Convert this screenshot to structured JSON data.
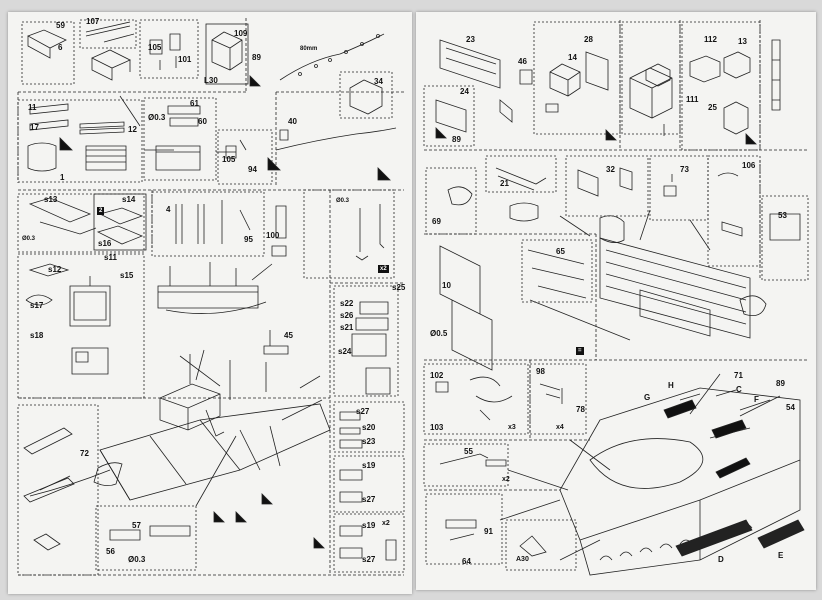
{
  "left_labels": {
    "l59": "59",
    "l6": "6",
    "l107": "107",
    "l105a": "105",
    "l101": "101",
    "l109": "109",
    "l89a": "89",
    "lL30": "L30",
    "l80mm": "80mm",
    "l34": "34",
    "l11": "11",
    "l17": "17",
    "l12": "12",
    "l1": "1",
    "l61": "61",
    "l60": "60",
    "lphi03a": "Ø0.3",
    "l40": "40",
    "l105b": "105",
    "l94": "94",
    "ls13": "s13",
    "ls14": "s14",
    "ls16": "s16",
    "lphi03b": "Ø0.3",
    "l4": "4",
    "l95": "95",
    "l100": "100",
    "lphi03c": "Ø0.3",
    "ls11": "s11",
    "ls12": "s12",
    "ls15": "s15",
    "ls17": "s17",
    "ls18": "s18",
    "ls25": "s25",
    "ls22": "s22",
    "ls26": "s26",
    "ls21": "s21",
    "ls24": "s24",
    "l45": "45",
    "ls27a": "s27",
    "ls20": "s20",
    "ls23": "s23",
    "ls19a": "s19",
    "ls27b": "s27",
    "ls19b": "s19",
    "ls27c": "s27",
    "l72": "72",
    "l57": "57",
    "l56": "56",
    "lphi03d": "Ø0.3",
    "lx2": "x2"
  },
  "right_labels": {
    "r23": "23",
    "r28": "28",
    "r46": "46",
    "r14": "14",
    "r112": "112",
    "r13": "13",
    "r111": "111",
    "r25": "25",
    "r24": "24",
    "r89a": "89",
    "r69": "69",
    "r21": "21",
    "r32": "32",
    "r73": "73",
    "r106": "106",
    "r53": "53",
    "r10": "10",
    "r65": "65",
    "rphi05": "Ø0.5",
    "r102": "102",
    "r103": "103",
    "rx3": "x3",
    "r98": "98",
    "r78": "78",
    "rx4": "x4",
    "rH": "H",
    "rG": "G",
    "r71": "71",
    "rC": "C",
    "r89b": "89",
    "rF": "F",
    "r54": "54",
    "r55": "55",
    "rx2": "x2",
    "r91": "91",
    "r64": "64",
    "rA30": "A30",
    "rD": "D",
    "rE": "E"
  }
}
